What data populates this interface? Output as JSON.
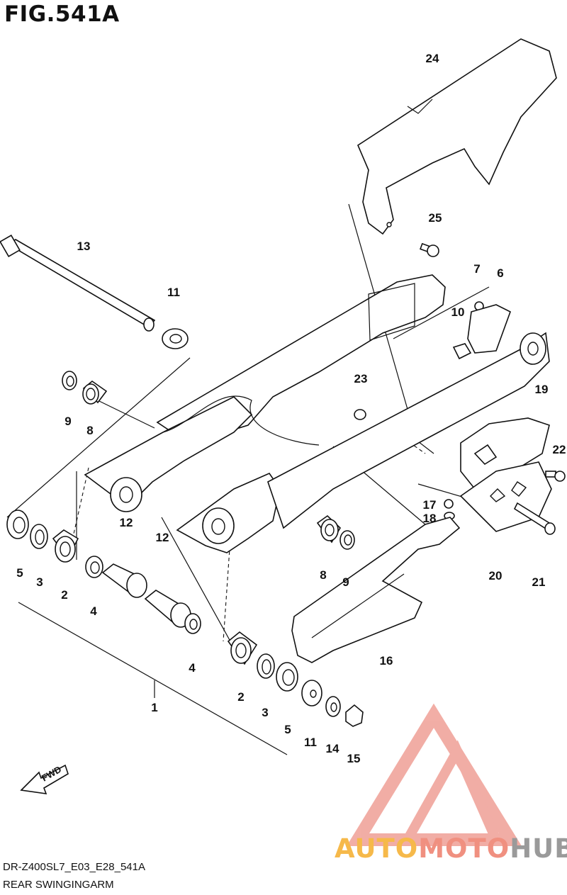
{
  "figure_title": "FIG.541A",
  "model_code": "DR-Z400SL7_E03_E28_541A",
  "description": "REAR SWINGINGARM",
  "fwd_label": "FWD",
  "watermark": {
    "part1": "AUTO",
    "part2": "MOTO",
    "part3": "HUB",
    "color1": "#f6b94a",
    "color2": "#f09080",
    "color3": "#9a9a9a"
  },
  "callouts": [
    "24",
    "25",
    "13",
    "11",
    "7",
    "6",
    "10",
    "9",
    "8",
    "23",
    "19",
    "22",
    "5",
    "3",
    "2",
    "4",
    "12",
    "12",
    "17",
    "18",
    "8",
    "9",
    "20",
    "21",
    "4",
    "16",
    "2",
    "3",
    "5",
    "1",
    "11",
    "14",
    "15"
  ]
}
